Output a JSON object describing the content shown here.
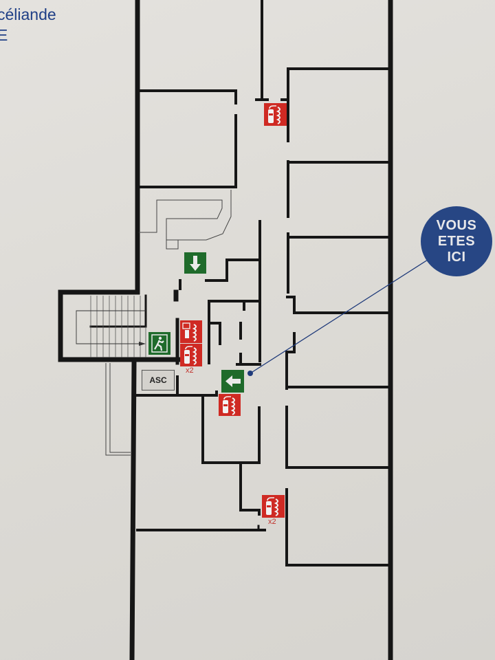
{
  "header": {
    "title_line1": "céliande",
    "title_line2": "E"
  },
  "marker": {
    "line1": "VOUS",
    "line2": "ETES",
    "line3": "ICI",
    "color": "#274684"
  },
  "labels": {
    "elevator": "ASC",
    "extinguisher_count_stair": "x2",
    "extinguisher_count_lower": "x2"
  },
  "icons": [
    {
      "name": "fire-extinguisher-icon",
      "location": "top corridor"
    },
    {
      "name": "exit-arrow-down-icon",
      "location": "upper landing"
    },
    {
      "name": "emergency-exit-running-man-icon",
      "location": "stairwell"
    },
    {
      "name": "fire-alarm-call-point-icon",
      "location": "stairwell"
    },
    {
      "name": "fire-extinguisher-icon",
      "location": "stairwell"
    },
    {
      "name": "exit-arrow-left-icon",
      "location": "corridor near you-are-here"
    },
    {
      "name": "fire-extinguisher-icon",
      "location": "corridor"
    },
    {
      "name": "fire-extinguisher-icon",
      "location": "lower corridor"
    }
  ],
  "colors": {
    "wall": "#161616",
    "exit_green": "#1f6b2b",
    "fire_red": "#cf2a23",
    "title_blue": "#1f3f86"
  }
}
